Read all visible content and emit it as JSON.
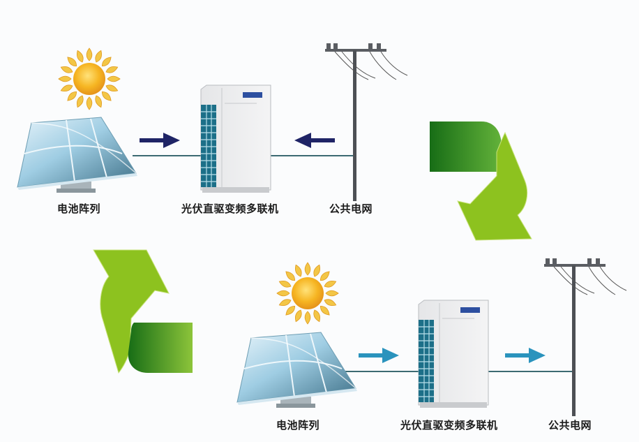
{
  "title": "光伏直驱变频多联机 能量流向示意",
  "colors": {
    "background": "#fbfcfd",
    "arrow_dark_navy": "#1f2466",
    "arrow_teal": "#2a93bd",
    "cycle_arrow_light": "#8dc21f",
    "cycle_arrow_dark": "#1f7a1f",
    "wire": "#3c6a72",
    "sun": "#f4b21a",
    "panel": "#8fc3dc"
  },
  "top_row": {
    "solar_label": "电池阵列",
    "unit_label": "光伏直驱变频多联机",
    "grid_label": "公共电网",
    "flow_solar_to_unit": "arrow-right",
    "flow_grid_to_unit": "arrow-left"
  },
  "bottom_row": {
    "solar_label": "电池阵列",
    "unit_label": "光伏直驱变频多联机",
    "grid_label": "公共电网",
    "flow_solar_to_unit": "arrow-right",
    "flow_unit_to_grid": "arrow-right"
  },
  "cycle_arrows": {
    "top_right": "cycle-arrow-down",
    "bottom_left": "cycle-arrow-up"
  }
}
